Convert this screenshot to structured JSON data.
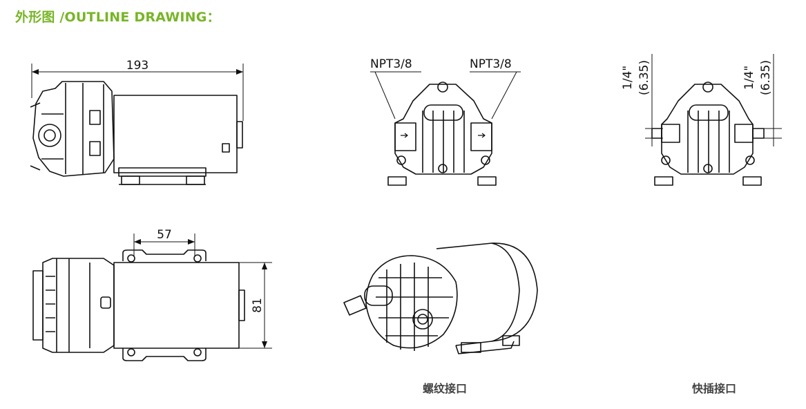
{
  "header": {
    "title": "外形图 /OUTLINE DRAWING：",
    "title_color": "#78b526"
  },
  "dimensions": {
    "overall_length": "193",
    "mount_spacing": "57",
    "overall_height": "81"
  },
  "ports": {
    "thread_left": "NPT3/8",
    "thread_right": "NPT3/8",
    "quick_inch_left": "1/4\"",
    "quick_mm_left": "(6.35)",
    "quick_inch_right": "1/4\"",
    "quick_mm_right": "(6.35)"
  },
  "captions": {
    "threaded": "螺纹接口",
    "quick_connect": "快插接口"
  },
  "colors": {
    "line": "#111111",
    "caption": "#444444"
  }
}
